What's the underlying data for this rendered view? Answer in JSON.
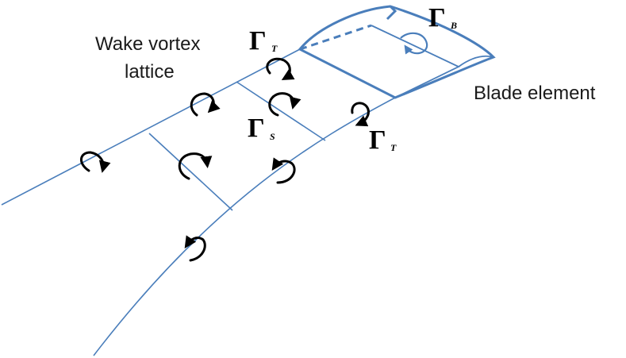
{
  "labels": {
    "wake_line1": "Wake vortex",
    "wake_line2": "lattice",
    "blade_element": "Blade element"
  },
  "circulation": {
    "gamma_symbol": "Γ",
    "trailing_sub": "T",
    "shed_sub": "S",
    "bound_sub": "B"
  },
  "colors": {
    "lattice_line": "#4a7ebb",
    "blade_outline": "#4a7ebb",
    "vortex_arrow": "#000000",
    "text": "#1a1a1a"
  },
  "icons": {
    "vortex": "curved-circular-arrow",
    "bound_vortex": "curved-circular-arrow-blue"
  }
}
